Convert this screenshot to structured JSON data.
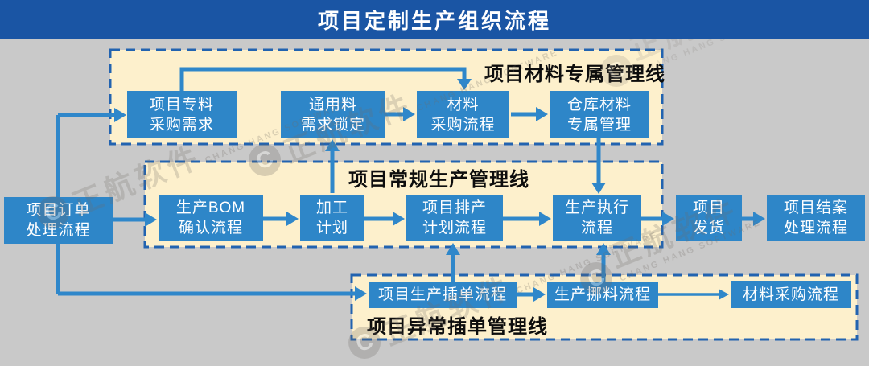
{
  "header": {
    "title": "项目定制生产组织流程"
  },
  "start_node": {
    "line1": "项目订单",
    "line2": "处理流程"
  },
  "lanes": [
    {
      "label": "项目材料专属管理线",
      "nodes": [
        {
          "line1": "项目专料",
          "line2": "采购需求"
        },
        {
          "line1": "通用料",
          "line2": "需求锁定"
        },
        {
          "line1": "材料",
          "line2": "采购流程"
        },
        {
          "line1": "仓库材料",
          "line2": "专属管理"
        }
      ]
    },
    {
      "label": "项目常规生产管理线",
      "nodes": [
        {
          "line1": "生产BOM",
          "line2": "确认流程"
        },
        {
          "line1": "加工",
          "line2": "计划"
        },
        {
          "line1": "项目排产",
          "line2": "计划流程"
        },
        {
          "line1": "生产执行",
          "line2": "流程"
        }
      ]
    },
    {
      "label": "项目异常插单管理线",
      "nodes": [
        {
          "line1": "项目生产插单流程"
        },
        {
          "line1": "生产挪料流程"
        },
        {
          "line1": "材料采购流程"
        }
      ]
    }
  ],
  "end_nodes": [
    {
      "line1": "项目",
      "line2": "发货"
    },
    {
      "line1": "项目结案",
      "line2": "处理流程"
    }
  ],
  "watermark": {
    "logo_letter": "C",
    "cn": "正航软件",
    "en": "CHANG HANG SOFTWARE"
  },
  "colors": {
    "header_bg": "#1a55a4",
    "node_blue": "#2e86c8",
    "lane_bg": "#fdf0cc",
    "lane_border": "#2263b0",
    "arrow_blue": "#2f87ca",
    "canvas_bg": "#c9c9c9",
    "lane_label_text": "#0d0d0d",
    "node_text": "#ffffff"
  },
  "connections": [
    {
      "from": "项目订单处理流程",
      "to": "项目专料采购需求"
    },
    {
      "from": "项目订单处理流程",
      "to": "生产BOM确认流程"
    },
    {
      "from": "项目订单处理流程",
      "to": "项目生产插单流程"
    },
    {
      "from": "项目专料采购需求",
      "to": "材料采购流程"
    },
    {
      "from": "通用料需求锁定",
      "to": "材料采购流程"
    },
    {
      "from": "材料采购流程",
      "to": "仓库材料专属管理"
    },
    {
      "from": "加工计划",
      "to": "通用料需求锁定"
    },
    {
      "from": "仓库材料专属管理",
      "to": "生产执行流程"
    },
    {
      "from": "生产BOM确认流程",
      "to": "加工计划"
    },
    {
      "from": "加工计划",
      "to": "项目排产计划流程"
    },
    {
      "from": "项目排产计划流程",
      "to": "生产执行流程"
    },
    {
      "from": "生产执行流程",
      "to": "项目发货"
    },
    {
      "from": "项目发货",
      "to": "项目结案处理流程"
    },
    {
      "from": "项目生产插单流程",
      "to": "项目排产计划流程"
    },
    {
      "from": "项目生产插单流程",
      "to": "生产挪料流程"
    },
    {
      "from": "生产挪料流程",
      "to": "生产执行流程"
    },
    {
      "from": "生产挪料流程",
      "to": "材料采购流程"
    }
  ]
}
